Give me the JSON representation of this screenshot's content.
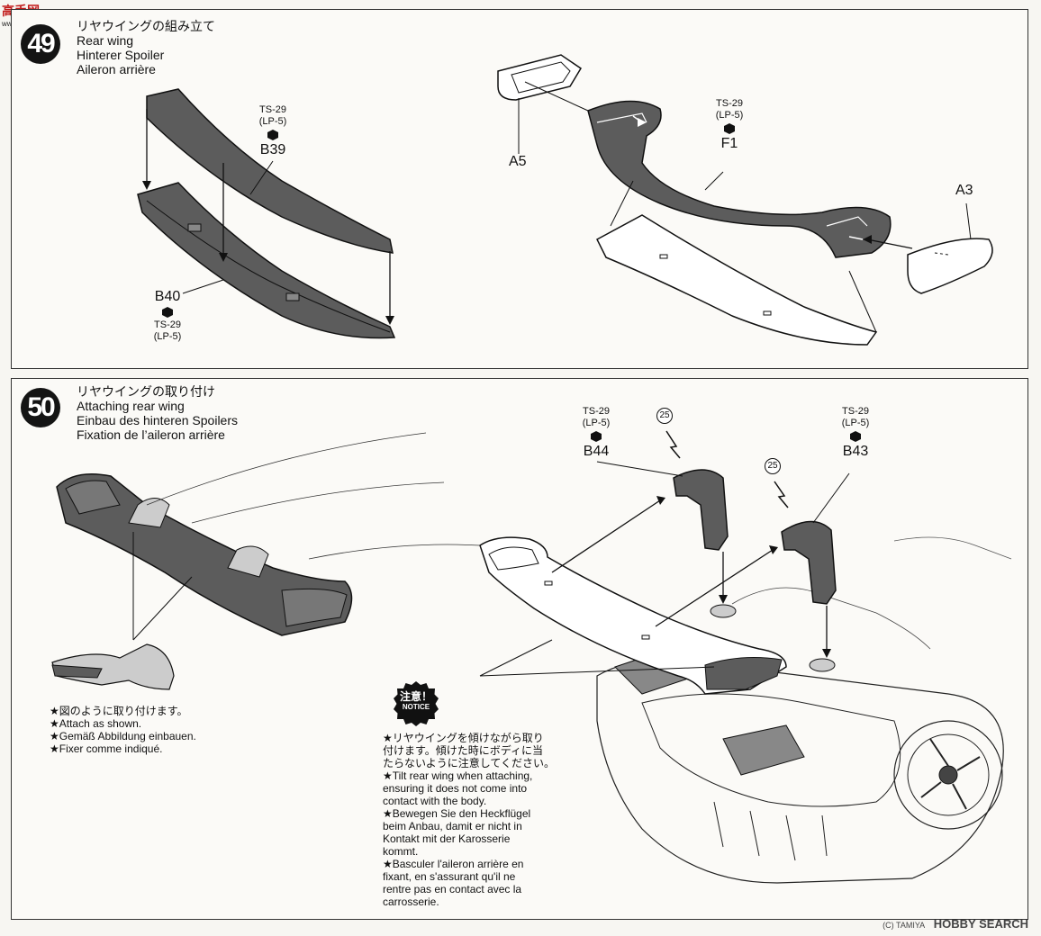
{
  "watermark": {
    "logo": "高手网",
    "site": "www.gs..."
  },
  "step49": {
    "number": "49",
    "title_jp": "リヤウイングの組み立て",
    "title_en": "Rear wing",
    "title_de": "Hinterer Spoiler",
    "title_fr": "Aileron arrière",
    "parts": {
      "b39": "B39",
      "b40": "B40",
      "a5": "A5",
      "f1": "F1",
      "a3": "A3"
    },
    "paint_b39": {
      "color": "TS-29",
      "sub": "(LP-5)"
    },
    "paint_b40": {
      "color": "TS-29",
      "sub": "(LP-5)"
    },
    "paint_f1": {
      "color": "TS-29",
      "sub": "(LP-5)"
    }
  },
  "step50": {
    "number": "50",
    "title_jp": "リヤウイングの取り付け",
    "title_en": "Attaching rear wing",
    "title_de": "Einbau des hinteren Spoilers",
    "title_fr": "Fixation de l’aileron arrière",
    "parts": {
      "b44": "B44",
      "b43": "B43"
    },
    "paint_b44": {
      "color": "TS-29",
      "sub": "(LP-5)"
    },
    "paint_b43": {
      "color": "TS-29",
      "sub": "(LP-5)"
    },
    "screw_left": "25",
    "screw_right": "25",
    "attach_note": {
      "jp": "★図のように取り付けます。",
      "en": "★Attach as shown.",
      "de": "★Gemäß Abbildung einbauen.",
      "fr": "★Fixer comme indiqué."
    },
    "notice": {
      "badge_jp": "注意！",
      "badge_en": "NOTICE",
      "lines": [
        "★リヤウイングを傾けながら取り",
        "付けます。傾けた時にボディに当",
        "たらないように注意してください。",
        "★Tilt rear wing when attaching,",
        "ensuring it does not come into",
        "contact with the body.",
        "★Bewegen Sie den Heckflügel",
        "beim Anbau, damit er nicht in",
        "Kontakt mit der Karosserie",
        "kommt.",
        "★Basculer l'aileron arrière en",
        "fixant, en s'assurant qu'il ne",
        "rentre pas en contact avec la",
        "carrosserie."
      ]
    }
  },
  "footer": {
    "copyright": "(C) TAMIYA",
    "brand": "HOBBY SEARCH"
  },
  "colors": {
    "part_fill": "#5c5c5c",
    "line": "#222222",
    "paper": "#fbfaf7"
  }
}
